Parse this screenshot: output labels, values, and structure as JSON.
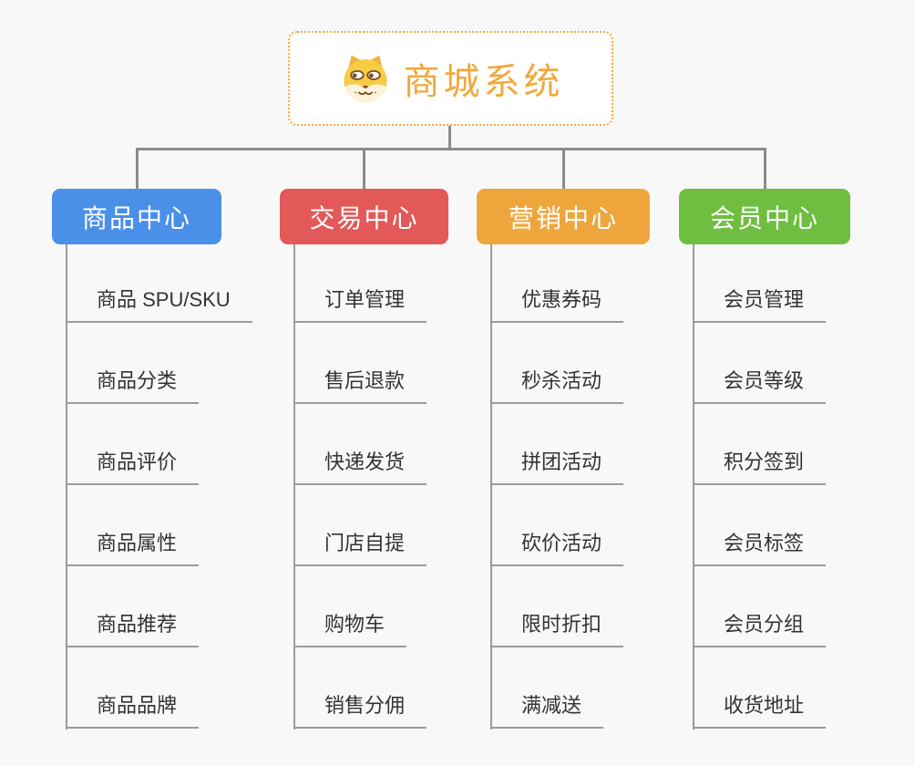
{
  "root": {
    "title": "商城系统",
    "icon": "dog-face-icon",
    "accent_color": "#F0A93C"
  },
  "connector_color": "#8C8C8C",
  "branches": [
    {
      "label": "商品中心",
      "color": "#4A90E8",
      "children": [
        "商品 SPU/SKU",
        "商品分类",
        "商品评价",
        "商品属性",
        "商品推荐",
        "商品品牌"
      ]
    },
    {
      "label": "交易中心",
      "color": "#E35858",
      "children": [
        "订单管理",
        "售后退款",
        "快递发货",
        "门店自提",
        "购物车",
        "销售分佣"
      ]
    },
    {
      "label": "营销中心",
      "color": "#EEA63C",
      "children": [
        "优惠券码",
        "秒杀活动",
        "拼团活动",
        "砍价活动",
        "限时折扣",
        "满减送"
      ]
    },
    {
      "label": "会员中心",
      "color": "#6FBE41",
      "children": [
        "会员管理",
        "会员等级",
        "积分签到",
        "会员标签",
        "会员分组",
        "收货地址"
      ]
    }
  ]
}
